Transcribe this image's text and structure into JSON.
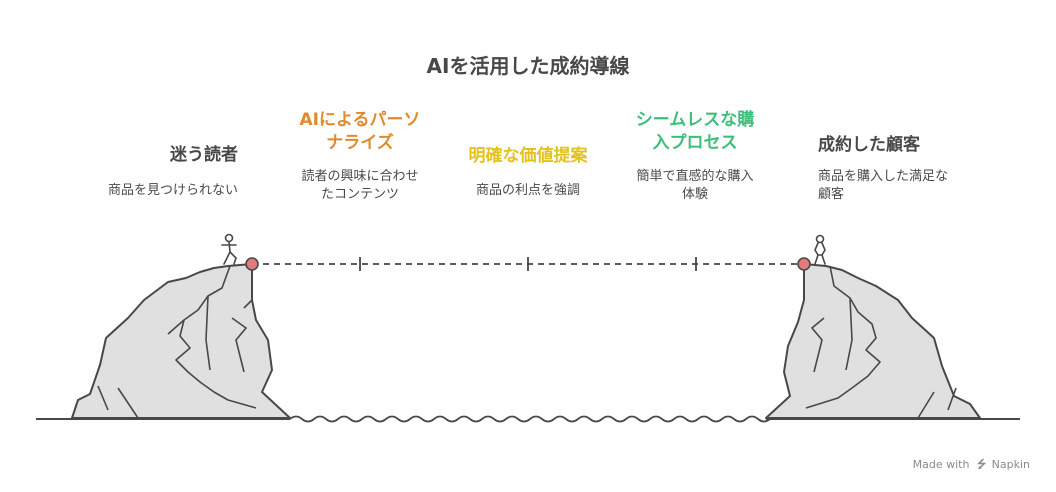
{
  "title": "AIを活用した成約導線",
  "steps": [
    {
      "title": "迷う読者",
      "desc_lines": [
        "商品を見つけられない"
      ],
      "color": "#484848"
    },
    {
      "title_lines": [
        "AIによるパーソ",
        "ナライズ"
      ],
      "desc_lines": [
        "読者の興味に合わせ",
        "たコンテンツ"
      ],
      "color": "#E08A2E"
    },
    {
      "title": "明確な価値提案",
      "desc_lines": [
        "商品の利点を強調"
      ],
      "color": "#E3C21E"
    },
    {
      "title_lines": [
        "シームレスな購",
        "入プロセス"
      ],
      "desc_lines": [
        "簡単で直感的な購入",
        "体験"
      ],
      "color": "#3DBE7A"
    },
    {
      "title": "成約した顧客",
      "desc_lines": [
        "商品を購入した満足な",
        "顧客"
      ],
      "color": "#484848"
    }
  ],
  "colors": {
    "endpoint": "#E27C7C",
    "rock_fill": "#E0E0E0",
    "rock_stroke": "#484848",
    "line": "#484848"
  },
  "credit": {
    "prefix": "Made with",
    "brand": "Napkin",
    "icon": "napkin-logo-icon"
  }
}
